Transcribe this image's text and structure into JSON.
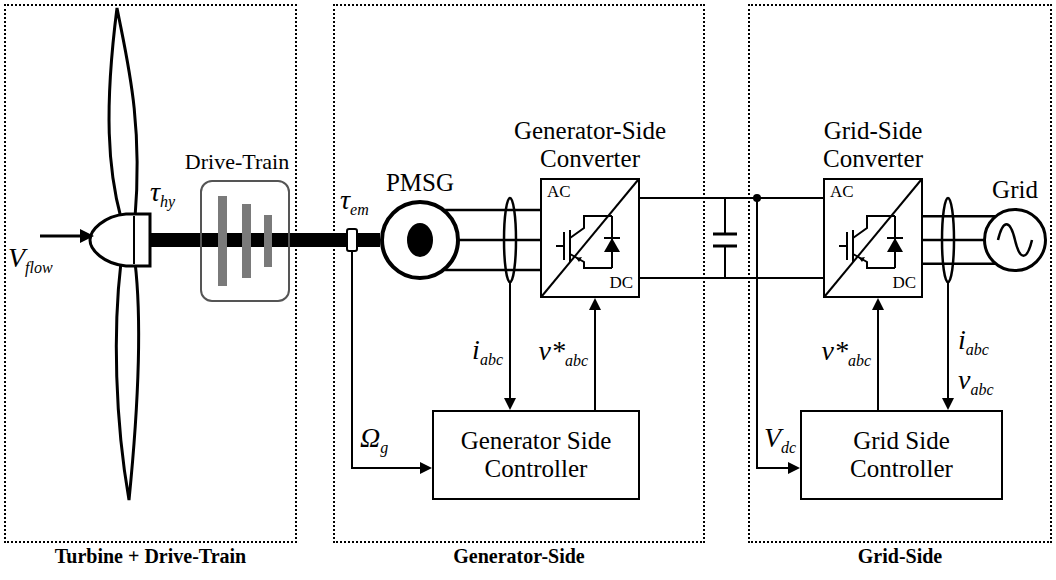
{
  "diagram": {
    "nodes": [
      {
        "text": [
          "Turbine + Drive-Train"
        ]
      },
      {
        "text": [
          "Drive-Train"
        ],
        "in": 0
      },
      {
        "text": [
          "Generator-Side"
        ]
      },
      {
        "text": [
          "PMSG"
        ],
        "in": 2
      },
      {
        "text": [
          "Generator-Side Converter",
          "AC",
          "DC"
        ],
        "in": 2
      },
      {
        "text": [
          "Generator Side Controller"
        ],
        "in": 2
      },
      {
        "text": [
          "Grid-Side"
        ]
      },
      {
        "text": [
          "Grid-Side Converter",
          "AC",
          "DC"
        ],
        "in": 6
      },
      {
        "text": [
          "Grid"
        ],
        "in": 6
      },
      {
        "text": [
          "Grid Side Controller"
        ],
        "in": 6
      }
    ],
    "edges": [
      {
        "from": 1,
        "to": 3,
        "arrow": "none"
      },
      {
        "from": 3,
        "to": 4,
        "arrow": "none"
      },
      {
        "from": 4,
        "to": 7,
        "arrow": "none"
      },
      {
        "from": 7,
        "to": 8,
        "arrow": "none"
      },
      {
        "from": 5,
        "to": 4,
        "arrow": "to",
        "label": "v*abc"
      },
      {
        "from": 9,
        "to": 7,
        "arrow": "to",
        "label": "v*abc"
      }
    ],
    "labels": [
      "Vflow",
      "τhy",
      "τem",
      "iabc",
      "Ωg",
      "Vdc",
      "iabc",
      "vabc"
    ]
  }
}
